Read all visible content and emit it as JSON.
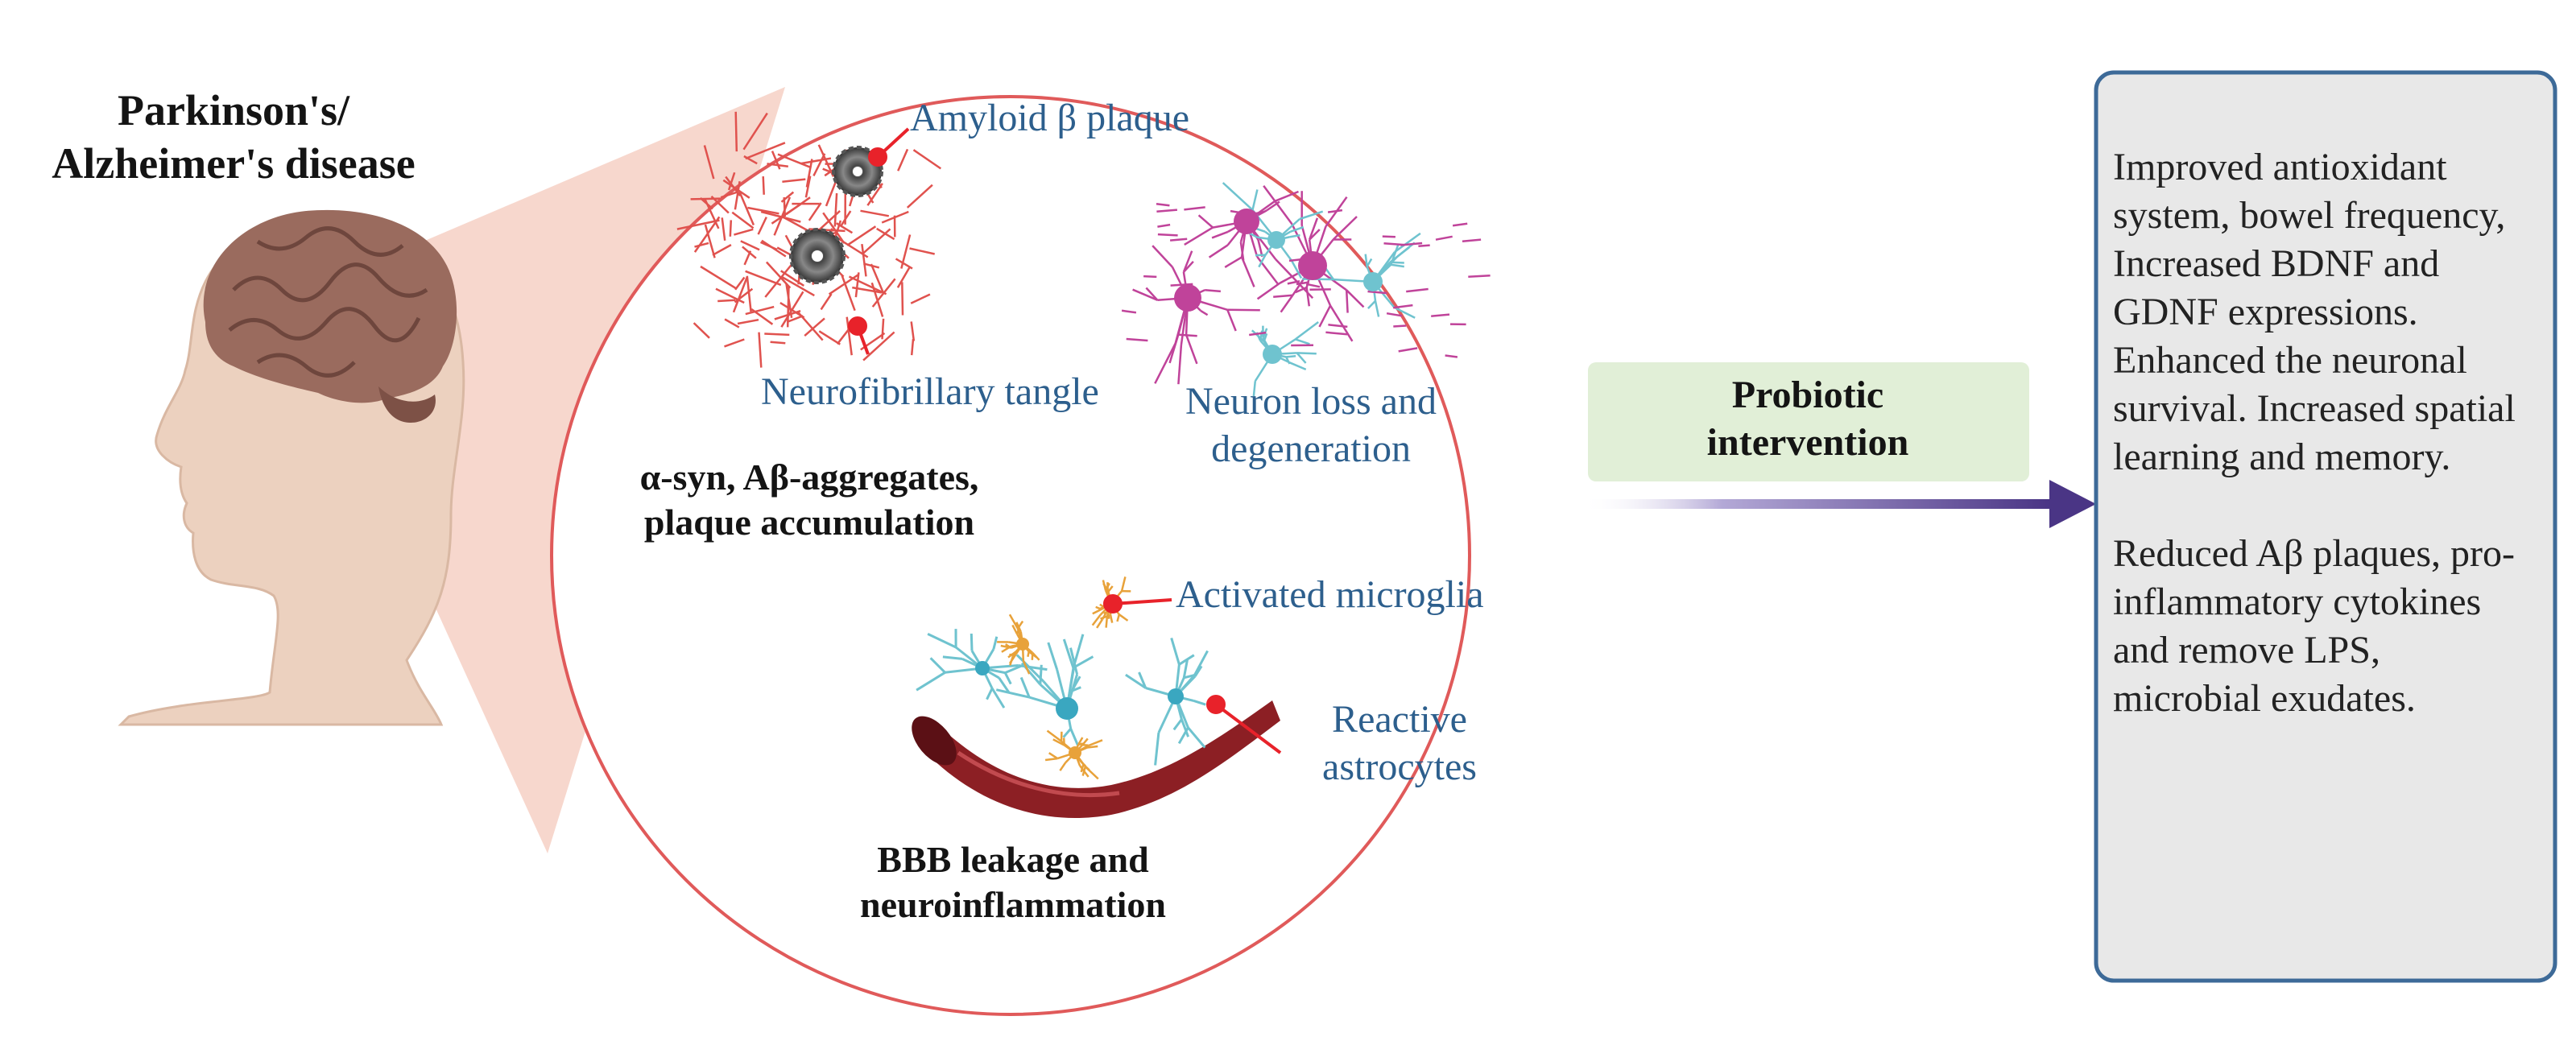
{
  "title": "Parkinson's/\nAlzheimer's disease",
  "labels": {
    "amyloid": "Amyloid β plaque",
    "tangle": "Neurofibrillary tangle",
    "neuron_loss": "Neuron loss and\ndegeneration",
    "alpha_syn": "α-syn, Aβ-aggregates,\nplaque accumulation",
    "microglia": "Activated microglia",
    "astrocytes": "Reactive\nastrocytes",
    "bbb": "BBB leakage and\nneuroinflammation"
  },
  "intervention": "Probiotic\nintervention",
  "outcomes": {
    "p1": "Improved antioxidant system, bowel frequency, Increased BDNF and GDNF expressions. Enhanced the neuronal survival. Increased spatial learning and memory.",
    "p2": "Reduced Aβ plaques, pro-inflammatory cytokines and remove LPS, microbial exudates."
  },
  "colors": {
    "callout_dot": "#e8222a",
    "circle_outline": "#e05a5a",
    "beam": "#f6d3c8",
    "tangle": "#e0524e",
    "neuron_magenta": "#c0439a",
    "neuron_cyan": "#6fc3cf",
    "microglia": "#e8a23a",
    "vessel": "#8c1f24",
    "arrow": "#4a3585",
    "intervention_box": "#e1efd7",
    "outcome_box_fill": "#e8e8e8",
    "outcome_box_border": "#3d6a98",
    "head_skin": "#ecd1bf",
    "brain": "#9a6b5e"
  },
  "icons": [
    "head-profile-icon",
    "brain-icon",
    "amyloid-plaque-icon",
    "neurofibrillary-tangle-icon",
    "neuron-network-icon",
    "microglia-icon",
    "astrocyte-icon",
    "blood-vessel-icon",
    "callout-dot-icon",
    "right-arrow-icon"
  ]
}
